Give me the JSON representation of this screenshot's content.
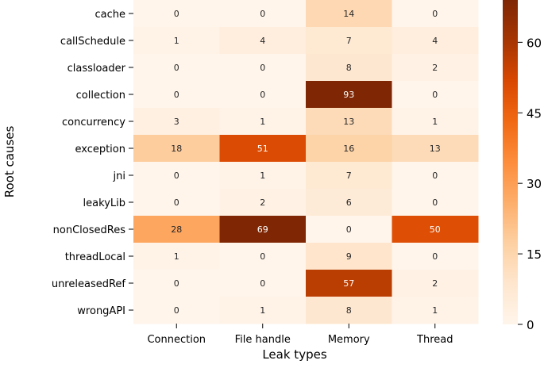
{
  "chart_data": {
    "type": "heatmap",
    "title": "",
    "xlabel": "Leak types",
    "ylabel": "Root causes",
    "columns": [
      "Connection",
      "File handle",
      "Memory",
      "Thread"
    ],
    "rows": [
      "cache",
      "callSchedule",
      "classloader",
      "collection",
      "concurrency",
      "exception",
      "jni",
      "leakyLib",
      "nonClosedRes",
      "threadLocal",
      "unreleasedRef",
      "wrongAPI"
    ],
    "values": [
      [
        0,
        0,
        14,
        0
      ],
      [
        1,
        4,
        7,
        4
      ],
      [
        0,
        0,
        8,
        2
      ],
      [
        0,
        0,
        93,
        0
      ],
      [
        3,
        1,
        13,
        1
      ],
      [
        18,
        51,
        16,
        13
      ],
      [
        0,
        1,
        7,
        0
      ],
      [
        0,
        2,
        6,
        0
      ],
      [
        28,
        69,
        0,
        50
      ],
      [
        1,
        0,
        9,
        0
      ],
      [
        0,
        0,
        57,
        2
      ],
      [
        0,
        1,
        8,
        1
      ]
    ],
    "colorscale": {
      "name": "Oranges",
      "min": 0,
      "max": 69,
      "stops": [
        "#fff5eb",
        "#fee6ce",
        "#fdd0a2",
        "#fdae6b",
        "#fd8d3c",
        "#f16913",
        "#d94801",
        "#a63603",
        "#7f2704"
      ]
    },
    "colorbar_ticks": [
      0,
      15,
      30,
      45,
      60
    ]
  }
}
